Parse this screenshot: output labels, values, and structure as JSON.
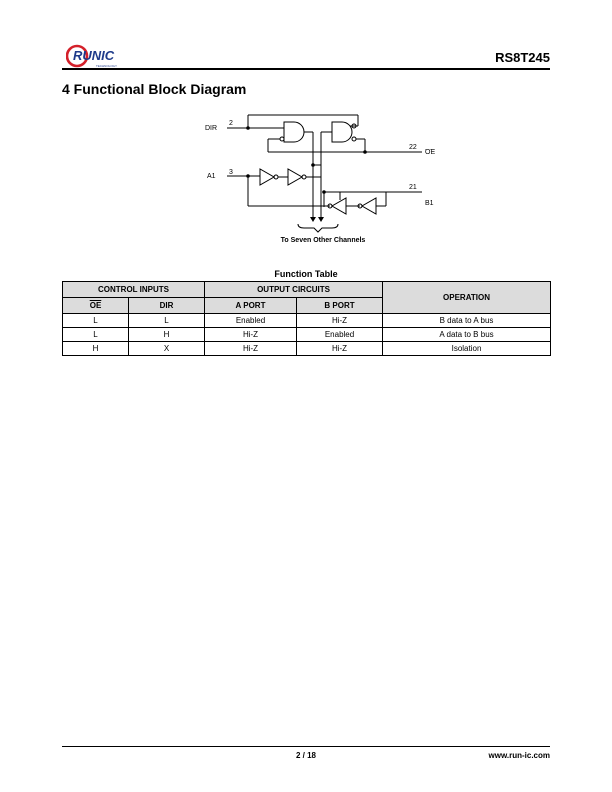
{
  "header": {
    "logo_text": "RUNIC",
    "logo_subtext": "TECHNOLOGY",
    "doc_id": "RS8T245"
  },
  "section_title": "4 Functional Block Diagram",
  "diagram": {
    "labels": {
      "dir": "DIR",
      "a1": "A1",
      "oe": "OE",
      "b1": "B1",
      "pin_dir": "2",
      "pin_a1": "3",
      "pin_oe": "22",
      "pin_b1": "21",
      "caption": "To Seven Other Channels"
    }
  },
  "function_table": {
    "title": "Function Table",
    "group_headers": {
      "control_inputs": "CONTROL INPUTS",
      "output_circuits": "OUTPUT CIRCUITS",
      "operation": "OPERATION"
    },
    "columns": {
      "oe": "OE",
      "dir": "DIR",
      "a_port": "A PORT",
      "b_port": "B PORT"
    },
    "rows": [
      [
        "L",
        "L",
        "Enabled",
        "Hi-Z",
        "B data to A bus"
      ],
      [
        "L",
        "H",
        "Hi-Z",
        "Enabled",
        "A data to B bus"
      ],
      [
        "H",
        "X",
        "Hi-Z",
        "Hi-Z",
        "Isolation"
      ]
    ]
  },
  "footer": {
    "page": "2 / 18",
    "website": "www.run-ic.com"
  },
  "colors": {
    "logo_red": "#d4202a",
    "logo_blue": "#1e3a8a",
    "table_header_bg": "#dcdcdc"
  }
}
